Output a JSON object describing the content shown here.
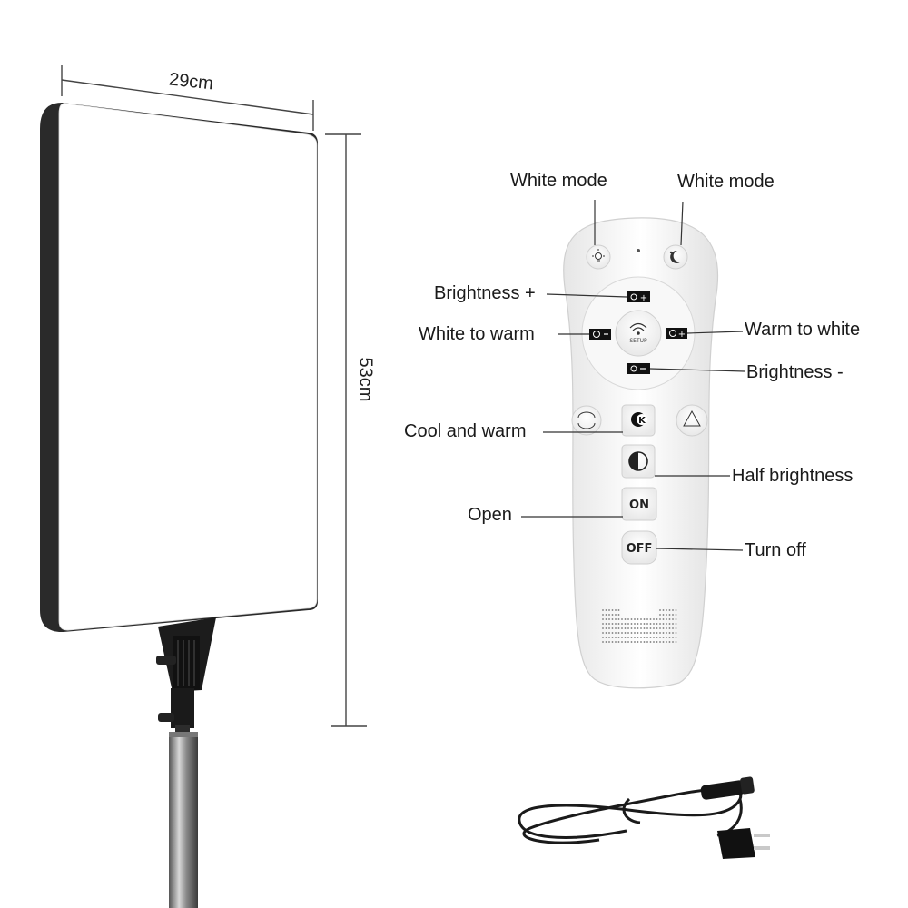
{
  "dimensions": {
    "width_label": "29cm",
    "height_label": "53cm"
  },
  "remote": {
    "labels": {
      "white_mode_left": "White mode",
      "white_mode_right": "White mode",
      "brightness_plus": "Brightness +",
      "white_to_warm": "White to warm",
      "warm_to_white": "Warm to white",
      "brightness_minus": "Brightness -",
      "cool_and_warm": "Cool and warm",
      "half_brightness": "Half brightness",
      "open": "Open",
      "turn_off": "Turn off"
    },
    "buttons": {
      "on_text": "ON",
      "off_text": "OFF",
      "setup_text": "SETUP",
      "k_text": "K"
    }
  },
  "colors": {
    "panel_frame": "#2a2a2a",
    "panel_face": "#ffffff",
    "remote_body": "#f4f4f4",
    "leader_line": "#333333"
  }
}
